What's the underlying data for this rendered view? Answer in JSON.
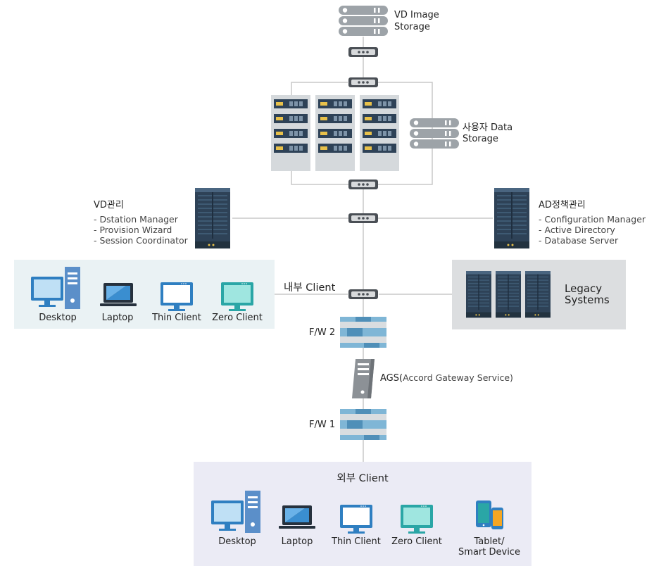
{
  "storage": {
    "vd_image": [
      "VD Image",
      "Storage"
    ],
    "user_data": [
      "사용자 Data",
      "Storage"
    ]
  },
  "vd_mgmt": {
    "title": "VD관리",
    "items": [
      "- Dstation Manager",
      "- Provision Wizard",
      "- Session Coordinator"
    ]
  },
  "ad_mgmt": {
    "title": "AD정책관리",
    "items": [
      "- Configuration Manager",
      "- Active Directory",
      "- Database Server"
    ]
  },
  "internal": {
    "label": "내부 Client",
    "devices": [
      "Desktop",
      "Laptop",
      "Thin Client",
      "Zero Client"
    ]
  },
  "legacy": [
    "Legacy",
    "Systems"
  ],
  "firewall2": "F/W 2",
  "ags": {
    "name": "AGS(",
    "detail": "Accord Gateway Service)"
  },
  "firewall1": "F/W 1",
  "external": {
    "label": "외부 Client",
    "devices": [
      "Desktop",
      "Laptop",
      "Thin Client",
      "Zero Client"
    ],
    "tablet": [
      "Tablet/",
      "Smart Device"
    ]
  },
  "colors": {
    "line": "#c8c8c8",
    "panel_blue": "#eaf2f4",
    "panel_gray": "#dcdee0",
    "panel_lavender": "#ebebf5",
    "server_navy": "#2e4257",
    "device_blue": "#2f7fc1",
    "device_teal": "#2aa6a6",
    "storage_gray": "#9da3a8"
  }
}
